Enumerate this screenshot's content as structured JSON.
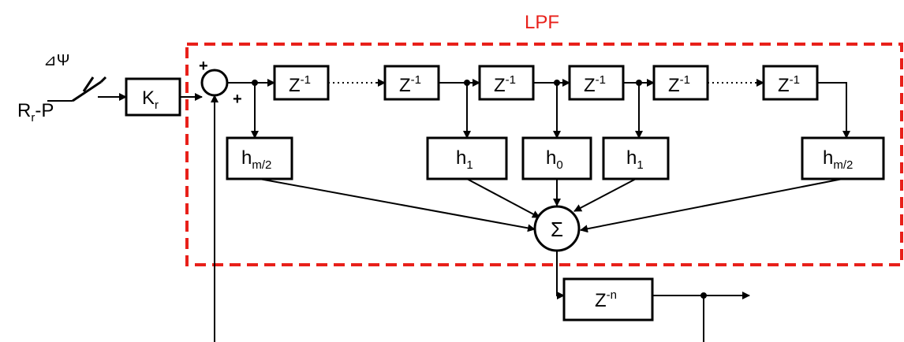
{
  "colors": {
    "lpf": "#e8201a",
    "ink": "#000000"
  },
  "lpf": {
    "title": "LPF"
  },
  "input": {
    "main": "R",
    "sub": "r",
    "tail": "-P"
  },
  "switch": {
    "label": "⊿Ψ"
  },
  "gain": {
    "main": "K",
    "sub": "r"
  },
  "summer": {
    "plus_top": "+",
    "plus_bottom": "+"
  },
  "delays": {
    "items": [
      {
        "main": "Z",
        "sup": "-1"
      },
      {
        "main": "Z",
        "sup": "-1"
      },
      {
        "main": "Z",
        "sup": "-1"
      },
      {
        "main": "Z",
        "sup": "-1"
      },
      {
        "main": "Z",
        "sup": "-1"
      },
      {
        "main": "Z",
        "sup": "-1"
      }
    ]
  },
  "coefficients": {
    "items": [
      {
        "main": "h",
        "sub": "m/2"
      },
      {
        "main": "h",
        "sub": "1"
      },
      {
        "main": "h",
        "sub": "0"
      },
      {
        "main": "h",
        "sub": "1"
      },
      {
        "main": "h",
        "sub": "m/2"
      }
    ]
  },
  "sigma": {
    "symbol": "Σ"
  },
  "output_delay": {
    "main": "Z",
    "sup": "-n"
  }
}
